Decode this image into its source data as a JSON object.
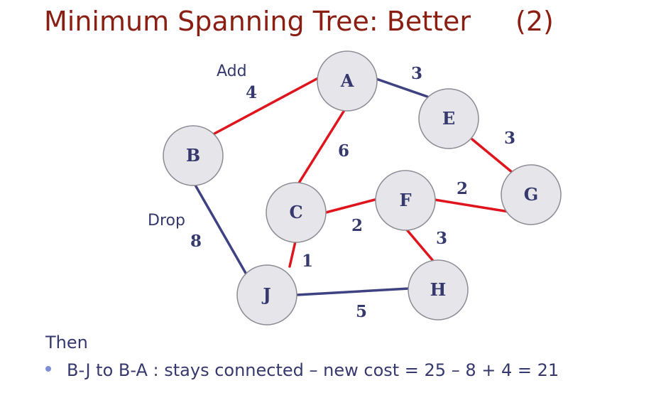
{
  "title": "Minimum Spanning Tree: Better",
  "title_suffix": "(2)",
  "colors": {
    "title": "#8b1e12",
    "text": "#36396e",
    "edge_tree": "#e0141c",
    "edge_other": "#3e4282",
    "node_fill": "#e6e6ea",
    "node_stroke": "#8c8c96",
    "bullet": "#7f8fd6"
  },
  "graph": {
    "nodes": [
      {
        "id": "A",
        "label": "A"
      },
      {
        "id": "B",
        "label": "B"
      },
      {
        "id": "C",
        "label": "C"
      },
      {
        "id": "E",
        "label": "E"
      },
      {
        "id": "F",
        "label": "F"
      },
      {
        "id": "G",
        "label": "G"
      },
      {
        "id": "H",
        "label": "H"
      },
      {
        "id": "J",
        "label": "J"
      }
    ],
    "edges": [
      {
        "from": "B",
        "to": "A",
        "weight": "4",
        "style": "tree"
      },
      {
        "from": "A",
        "to": "E",
        "weight": "3",
        "style": "other"
      },
      {
        "from": "A",
        "to": "C",
        "weight": "6",
        "style": "tree"
      },
      {
        "from": "E",
        "to": "G",
        "weight": "3",
        "style": "tree"
      },
      {
        "from": "F",
        "to": "G",
        "weight": "2",
        "style": "tree"
      },
      {
        "from": "C",
        "to": "F",
        "weight": "2",
        "style": "tree"
      },
      {
        "from": "F",
        "to": "H",
        "weight": "3",
        "style": "tree"
      },
      {
        "from": "C",
        "to": "J",
        "weight": "1",
        "style": "tree"
      },
      {
        "from": "J",
        "to": "H",
        "weight": "5",
        "style": "other"
      },
      {
        "from": "B",
        "to": "J",
        "weight": "8",
        "style": "other"
      }
    ],
    "annotations": {
      "add": "Add",
      "drop": "Drop"
    }
  },
  "body": {
    "then": "Then",
    "bullet": "B-J to B-A : stays connected – new cost = 25 – 8 + 4 = 21"
  }
}
